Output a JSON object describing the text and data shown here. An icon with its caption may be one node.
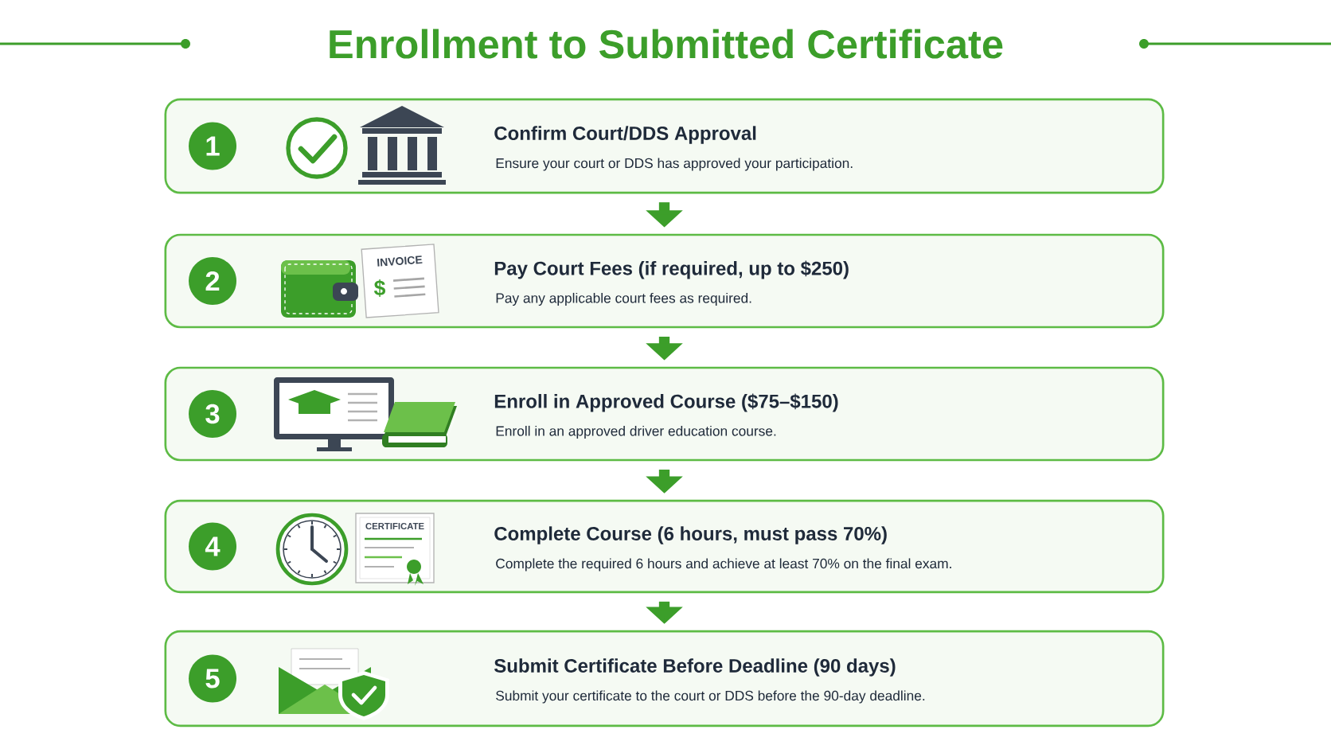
{
  "diagram": {
    "title": "Enrollment to Submitted Certificate",
    "nodes": [
      {
        "text": [
          "1",
          "Confirm Court/DDS Approval",
          "Ensure your court or DDS has approved your participation."
        ]
      },
      {
        "text": [
          "2",
          "Pay Court Fees (if required, up to $250)",
          "Pay any applicable court fees as required."
        ]
      },
      {
        "text": [
          "3",
          "Enroll in Approved Course ($75–$150)",
          "Enroll in an approved driver education course."
        ]
      },
      {
        "text": [
          "4",
          "Complete Course (6 hours, must pass 70%)",
          "Complete the required 6 hours and achieve at least 70% on the final exam."
        ]
      },
      {
        "text": [
          "5",
          "Submit Certificate Before Deadline (90 days)",
          "Submit your certificate to the court or DDS before the 90-day deadline."
        ]
      }
    ],
    "edges": [
      {
        "from": 0,
        "to": 1,
        "arrow": "to"
      },
      {
        "from": 1,
        "to": 2,
        "arrow": "to"
      },
      {
        "from": 2,
        "to": 3,
        "arrow": "to"
      },
      {
        "from": 3,
        "to": 4,
        "arrow": "to"
      }
    ],
    "labels": [
      "INVOICE",
      "$",
      "CERTIFICATE"
    ]
  }
}
